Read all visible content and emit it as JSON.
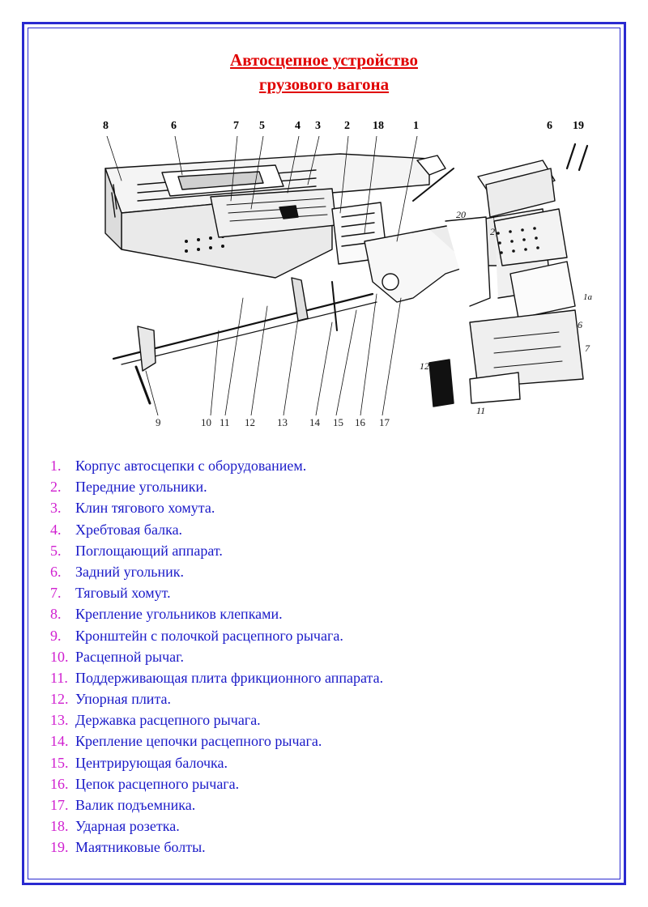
{
  "title": {
    "line1": "Автосцепное устройство",
    "line2": "грузового вагона"
  },
  "callouts_top": [
    {
      "id": "c8",
      "text": "8"
    },
    {
      "id": "c6a",
      "text": "6"
    },
    {
      "id": "c7",
      "text": "7"
    },
    {
      "id": "c5",
      "text": "5"
    },
    {
      "id": "c4",
      "text": "4"
    },
    {
      "id": "c3",
      "text": "3"
    },
    {
      "id": "c2",
      "text": "2"
    },
    {
      "id": "c18",
      "text": "18"
    },
    {
      "id": "c1",
      "text": "1"
    },
    {
      "id": "c6b",
      "text": "6"
    },
    {
      "id": "c19",
      "text": "19"
    }
  ],
  "callouts_bottom": [
    {
      "id": "b9",
      "text": "9"
    },
    {
      "id": "b10",
      "text": "10"
    },
    {
      "id": "b11",
      "text": "11"
    },
    {
      "id": "b12",
      "text": "12"
    },
    {
      "id": "b13",
      "text": "13"
    },
    {
      "id": "b14",
      "text": "14"
    },
    {
      "id": "b15",
      "text": "15"
    },
    {
      "id": "b16",
      "text": "16"
    },
    {
      "id": "b17",
      "text": "17"
    }
  ],
  "drawing_labels": {
    "l20": "20",
    "l2": "2",
    "l1a": "1а",
    "l6": "6",
    "l7": "7",
    "l12": "12",
    "l11": "11"
  },
  "legend": [
    {
      "num": "1.",
      "text": "Корпус автосцепки с оборудованием."
    },
    {
      "num": "2.",
      "text": "Передние угольники."
    },
    {
      "num": "3.",
      "text": "Клин тягового хомута."
    },
    {
      "num": "4.",
      "text": "Хребтовая балка."
    },
    {
      "num": "5.",
      "text": "Поглощающий аппарат."
    },
    {
      "num": "6.",
      "text": "Задний угольник."
    },
    {
      "num": "7.",
      "text": "Тяговый хомут."
    },
    {
      "num": "8.",
      "text": "Крепление угольников клепками."
    },
    {
      "num": "9.",
      "text": "Кронштейн с полочкой расцепного рычага."
    },
    {
      "num": "10.",
      "text": "Расцепной рычаг."
    },
    {
      "num": "11.",
      "text": "Поддерживающая плита фрикционного аппарата."
    },
    {
      "num": "12.",
      "text": "Упорная плита."
    },
    {
      "num": "13.",
      "text": "Державка расцепного рычага."
    },
    {
      "num": "14.",
      "text": "Крепление цепочки расцепного рычага."
    },
    {
      "num": "15.",
      "text": "Центрирующая балочка."
    },
    {
      "num": "16.",
      "text": "Цепок расцепного рычага."
    },
    {
      "num": "17.",
      "text": "Валик подъемника."
    },
    {
      "num": "18.",
      "text": "Ударная розетка."
    },
    {
      "num": "19.",
      "text": "Маятниковые болты."
    }
  ],
  "colors": {
    "frame": "#2a2ad0",
    "title": "#e00000",
    "legend_number": "#d020d0",
    "legend_text": "#1a1ac8"
  }
}
